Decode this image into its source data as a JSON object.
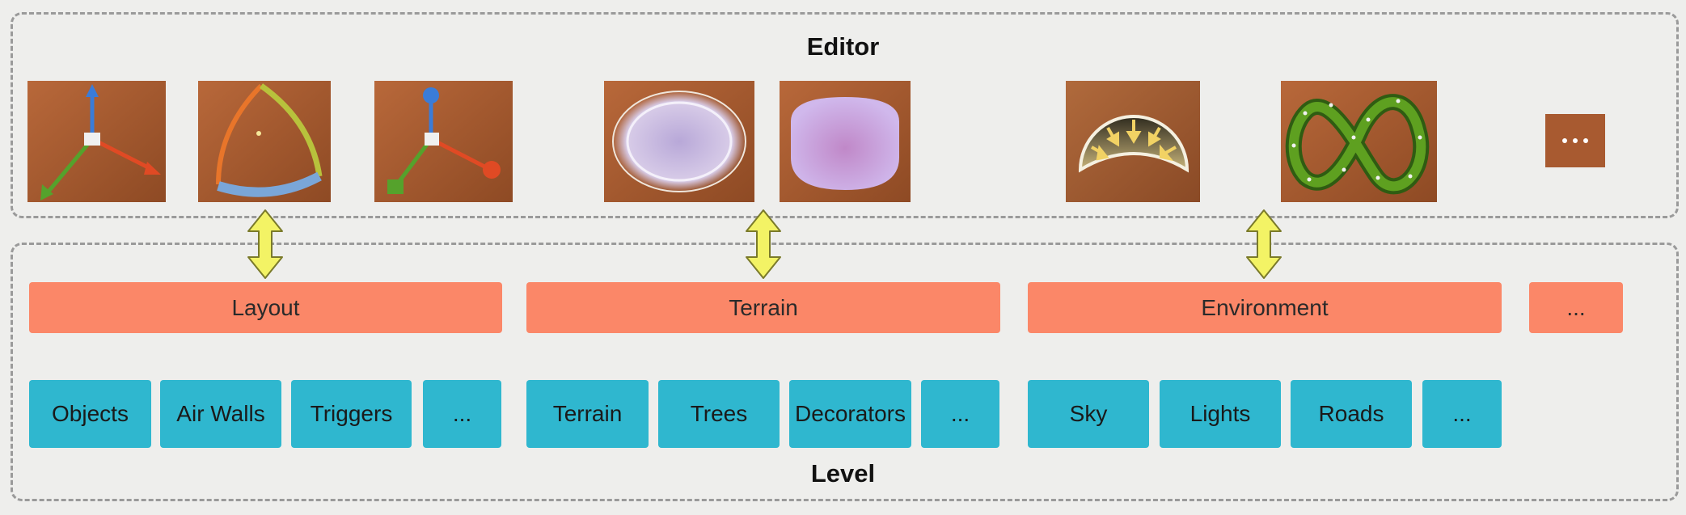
{
  "editor": {
    "title": "Editor",
    "tools": [
      {
        "icon": "translate-gizmo-icon"
      },
      {
        "icon": "rotate-gizmo-icon"
      },
      {
        "icon": "scale-gizmo-icon"
      },
      {
        "icon": "terrain-brush-ring-icon"
      },
      {
        "icon": "terrain-brush-cylinder-icon"
      },
      {
        "icon": "environment-dome-icon"
      },
      {
        "icon": "road-spline-icon"
      },
      {
        "icon": "more-tools-icon"
      }
    ]
  },
  "level": {
    "title": "Level",
    "categories": [
      {
        "label": "Layout",
        "items": [
          "Objects",
          "Air Walls",
          "Triggers",
          "..."
        ]
      },
      {
        "label": "Terrain",
        "items": [
          "Terrain",
          "Trees",
          "Decorators",
          "..."
        ]
      },
      {
        "label": "Environment",
        "items": [
          "Sky",
          "Lights",
          "Roads",
          "..."
        ]
      },
      {
        "label": "..."
      }
    ]
  },
  "colors": {
    "category": "#fb8768",
    "item": "#2fb7cf",
    "arrow": "#f3f365",
    "frame": "#9a9a9a",
    "thumbnail_wood": "#a85a30"
  }
}
